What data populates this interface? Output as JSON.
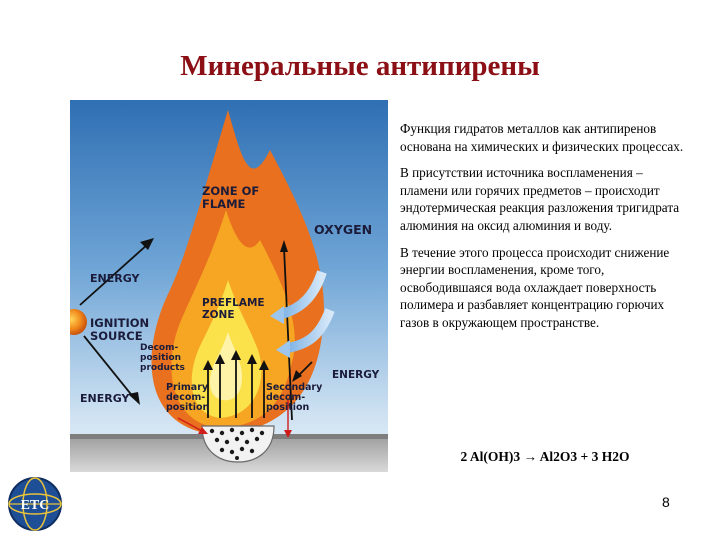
{
  "slide": {
    "title": "Минеральные антипирены",
    "paragraphs": [
      "Функция гидратов металлов как антипиренов основана на химических и физических процессах.",
      "В присутствии источника воспламенения – пламени или горячих предметов – происходит эндотермическая реакция разложения тригидрата алюминия на оксид алюминия и воду.",
      "В течение этого процесса происходит снижение энергии воспламенения, кроме того, освободившаяся вода охлаждает поверхность полимера и разбавляет концентрацию горючих газов в окружающем пространстве."
    ],
    "equation": "2 Al(OH)3 → Al2O3 + 3 H2O",
    "page_number": "8",
    "logo_text": "ETC"
  },
  "figure": {
    "zone_of_flame": [
      "ZONE OF",
      "FLAME"
    ],
    "oxygen": "OXYGEN",
    "energy_left_top": "ENERGY",
    "ignition_source": [
      "IGNITION",
      "SOURCE"
    ],
    "preflame_zone": [
      "PREFLAME",
      "ZONE"
    ],
    "decomposition_products": [
      "Decom-",
      "position",
      "products"
    ],
    "primary_decomposition": [
      "Primary",
      "decom-",
      "position"
    ],
    "secondary_decomposition": [
      "Secondary",
      "decom-",
      "position"
    ],
    "energy_right": "ENERGY",
    "energy_left_bottom": "ENERGY"
  },
  "colors": {
    "title": "#8b0f14",
    "flame_outer": "#e8701e",
    "flame_middle": "#f6a623",
    "flame_inner": "#fbe14a",
    "background_top": "#2f6fb3",
    "background_bottom": "#cfe2f2",
    "ignition": "#f28a1c"
  }
}
